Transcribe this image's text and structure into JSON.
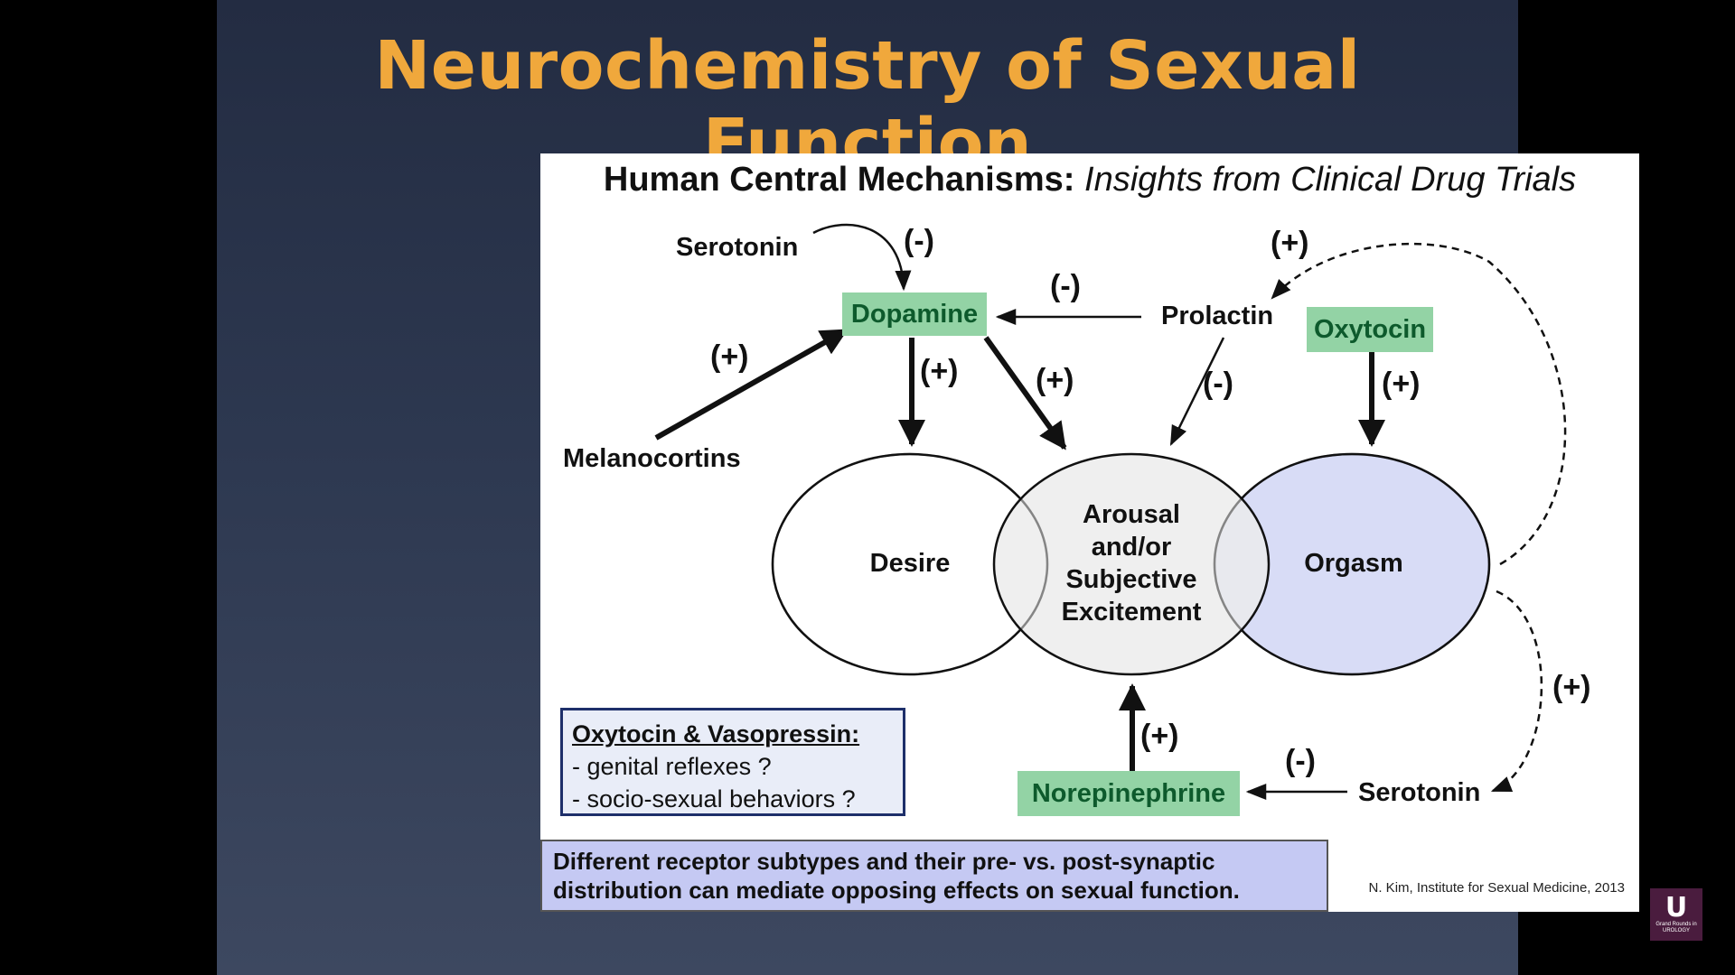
{
  "slide": {
    "title": "Neurochemistry of Sexual Function"
  },
  "panel": {
    "heading_bold": "Human Central Mechanisms:",
    "heading_italic": "Insights from Clinical Drug Trials",
    "nodes": {
      "serotonin_top": "Serotonin",
      "dopamine": "Dopamine",
      "prolactin": "Prolactin",
      "oxytocin": "Oxytocin",
      "melanocortins": "Melanocortins",
      "norepinephrine": "Norepinephrine",
      "serotonin_bottom": "Serotonin"
    },
    "circles": {
      "desire": "Desire",
      "arousal_lines": [
        "Arousal",
        "and/or",
        "Subjective",
        "Excitement"
      ],
      "orgasm": "Orgasm"
    },
    "signs": {
      "serotonin_to_dopamine": "(-)",
      "prolactin_to_dopamine": "(-)",
      "orgasm_to_prolactin": "(+)",
      "melanocortins_to_dopamine": "(+)",
      "dopamine_to_desire": "(+)",
      "dopamine_to_arousal": "(+)",
      "prolactin_to_arousal": "(-)",
      "oxytocin_to_orgasm": "(+)",
      "orgasm_to_serotonin": "(+)",
      "norepinephrine_to_arousal": "(+)",
      "serotonin_to_norepinephrine": "(-)"
    },
    "note": {
      "title": "Oxytocin & Vasopressin:",
      "lines": [
        "- genital reflexes ?",
        "- socio-sexual behaviors ?"
      ]
    },
    "footer": {
      "line1": "Different receptor subtypes and their pre- vs. post-synaptic",
      "line2": "distribution can mediate opposing effects on sexual function."
    },
    "citation": "N. Kim, Institute for Sexual Medicine, 2013"
  },
  "colors": {
    "title": "#f0a83c",
    "green_box": "#93d3a5",
    "green_text": "#0d5a2c",
    "orgasm_fill": "#d8dcf6",
    "arousal_fill": "#ebebeb",
    "footer_fill": "#c5c9f3"
  },
  "logo": {
    "letter": "U",
    "text": "Grand Rounds in UROLOGY"
  }
}
